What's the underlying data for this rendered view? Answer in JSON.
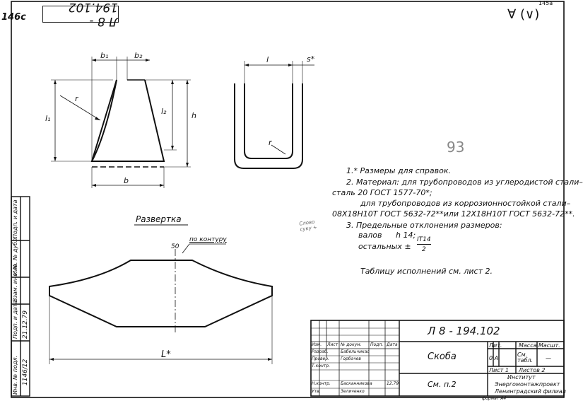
{
  "header": {
    "sheet_no": "146с",
    "top_right": "145а",
    "stamp": "Л 8 - 194.102",
    "roughness": "∀ (∨)"
  },
  "dims": {
    "b1": "b₁",
    "b2": "b₂",
    "r_fig1": "r",
    "l1": "l₁",
    "l2": "l₂",
    "h": "h",
    "b": "b",
    "l": "l",
    "s": "s*",
    "r_fig2": "r",
    "L": "L*",
    "fifty": "50",
    "contour": "по контуру"
  },
  "labels": {
    "razvertka": "Развертка",
    "handwritten_93": "93",
    "handwritten_margin": "Слово\nсуку +"
  },
  "notes": {
    "n1": "1.* Размеры для справок.",
    "n2a": "2. Материал: для трубопроводов из углеродистой стали–",
    "n2b": "сталь 20  ГОСТ 1577-70*;",
    "n2c": "для трубопроводов из коррозионностойкой стали–",
    "n2d": "08Х18Н10Т ГОСТ 5632-72**или 12Х18Н10Т ГОСТ 5632-72**.",
    "n3": "3. Предельные отклонения размеров:",
    "n3a": "валов",
    "n3a_val": "h 14;",
    "n3b": "остальных ±",
    "n3b_frac_top": "IT14",
    "n3b_frac_bot": "2",
    "n4": "Таблицу исполнений см. лист 2."
  },
  "title_block": {
    "doc_code": "Л 8 - 194.102",
    "name": "Скоба",
    "material": "См. п.2",
    "lit_header": "Лит.",
    "mass_header": "Масса",
    "scale_header": "Масшт.",
    "lit_value": "0 А",
    "mass_value": "См. табл.",
    "scale_value": "—",
    "sheet": "Лист 1",
    "sheets": "Листов 2",
    "org1": "Институт",
    "org2": "Энергомонтажпроект",
    "org3": "Ленинградский филиал",
    "format": "формат А4",
    "rows": [
      {
        "a": "Изм.",
        "b": "Лист",
        "c": "№ докум.",
        "d": "Подп.",
        "e": "Дата"
      },
      {
        "a": "Разраб.",
        "b": "",
        "c": "Бабельчикас",
        "d": "",
        "e": ""
      },
      {
        "a": "Провер.",
        "b": "",
        "c": "Горбачев",
        "d": "",
        "e": ""
      },
      {
        "a": "Т.контр.",
        "b": "",
        "c": "",
        "d": "",
        "e": ""
      },
      {
        "a": "Н.контр.",
        "b": "",
        "c": "Басканникова",
        "d": "",
        "e": "12.79"
      },
      {
        "a": "Утв.",
        "b": "",
        "c": "Зеличенко",
        "d": "",
        "e": ""
      }
    ]
  },
  "side_stamps": {
    "s1": "Подп. и дата",
    "s2": "Инв. № дубл.",
    "s3": "Взам. инв. №",
    "s4": "Подп. и дата",
    "s5": "Инв. № подл.",
    "s4_val": "21.12.79",
    "s5_val": "1146/12"
  }
}
